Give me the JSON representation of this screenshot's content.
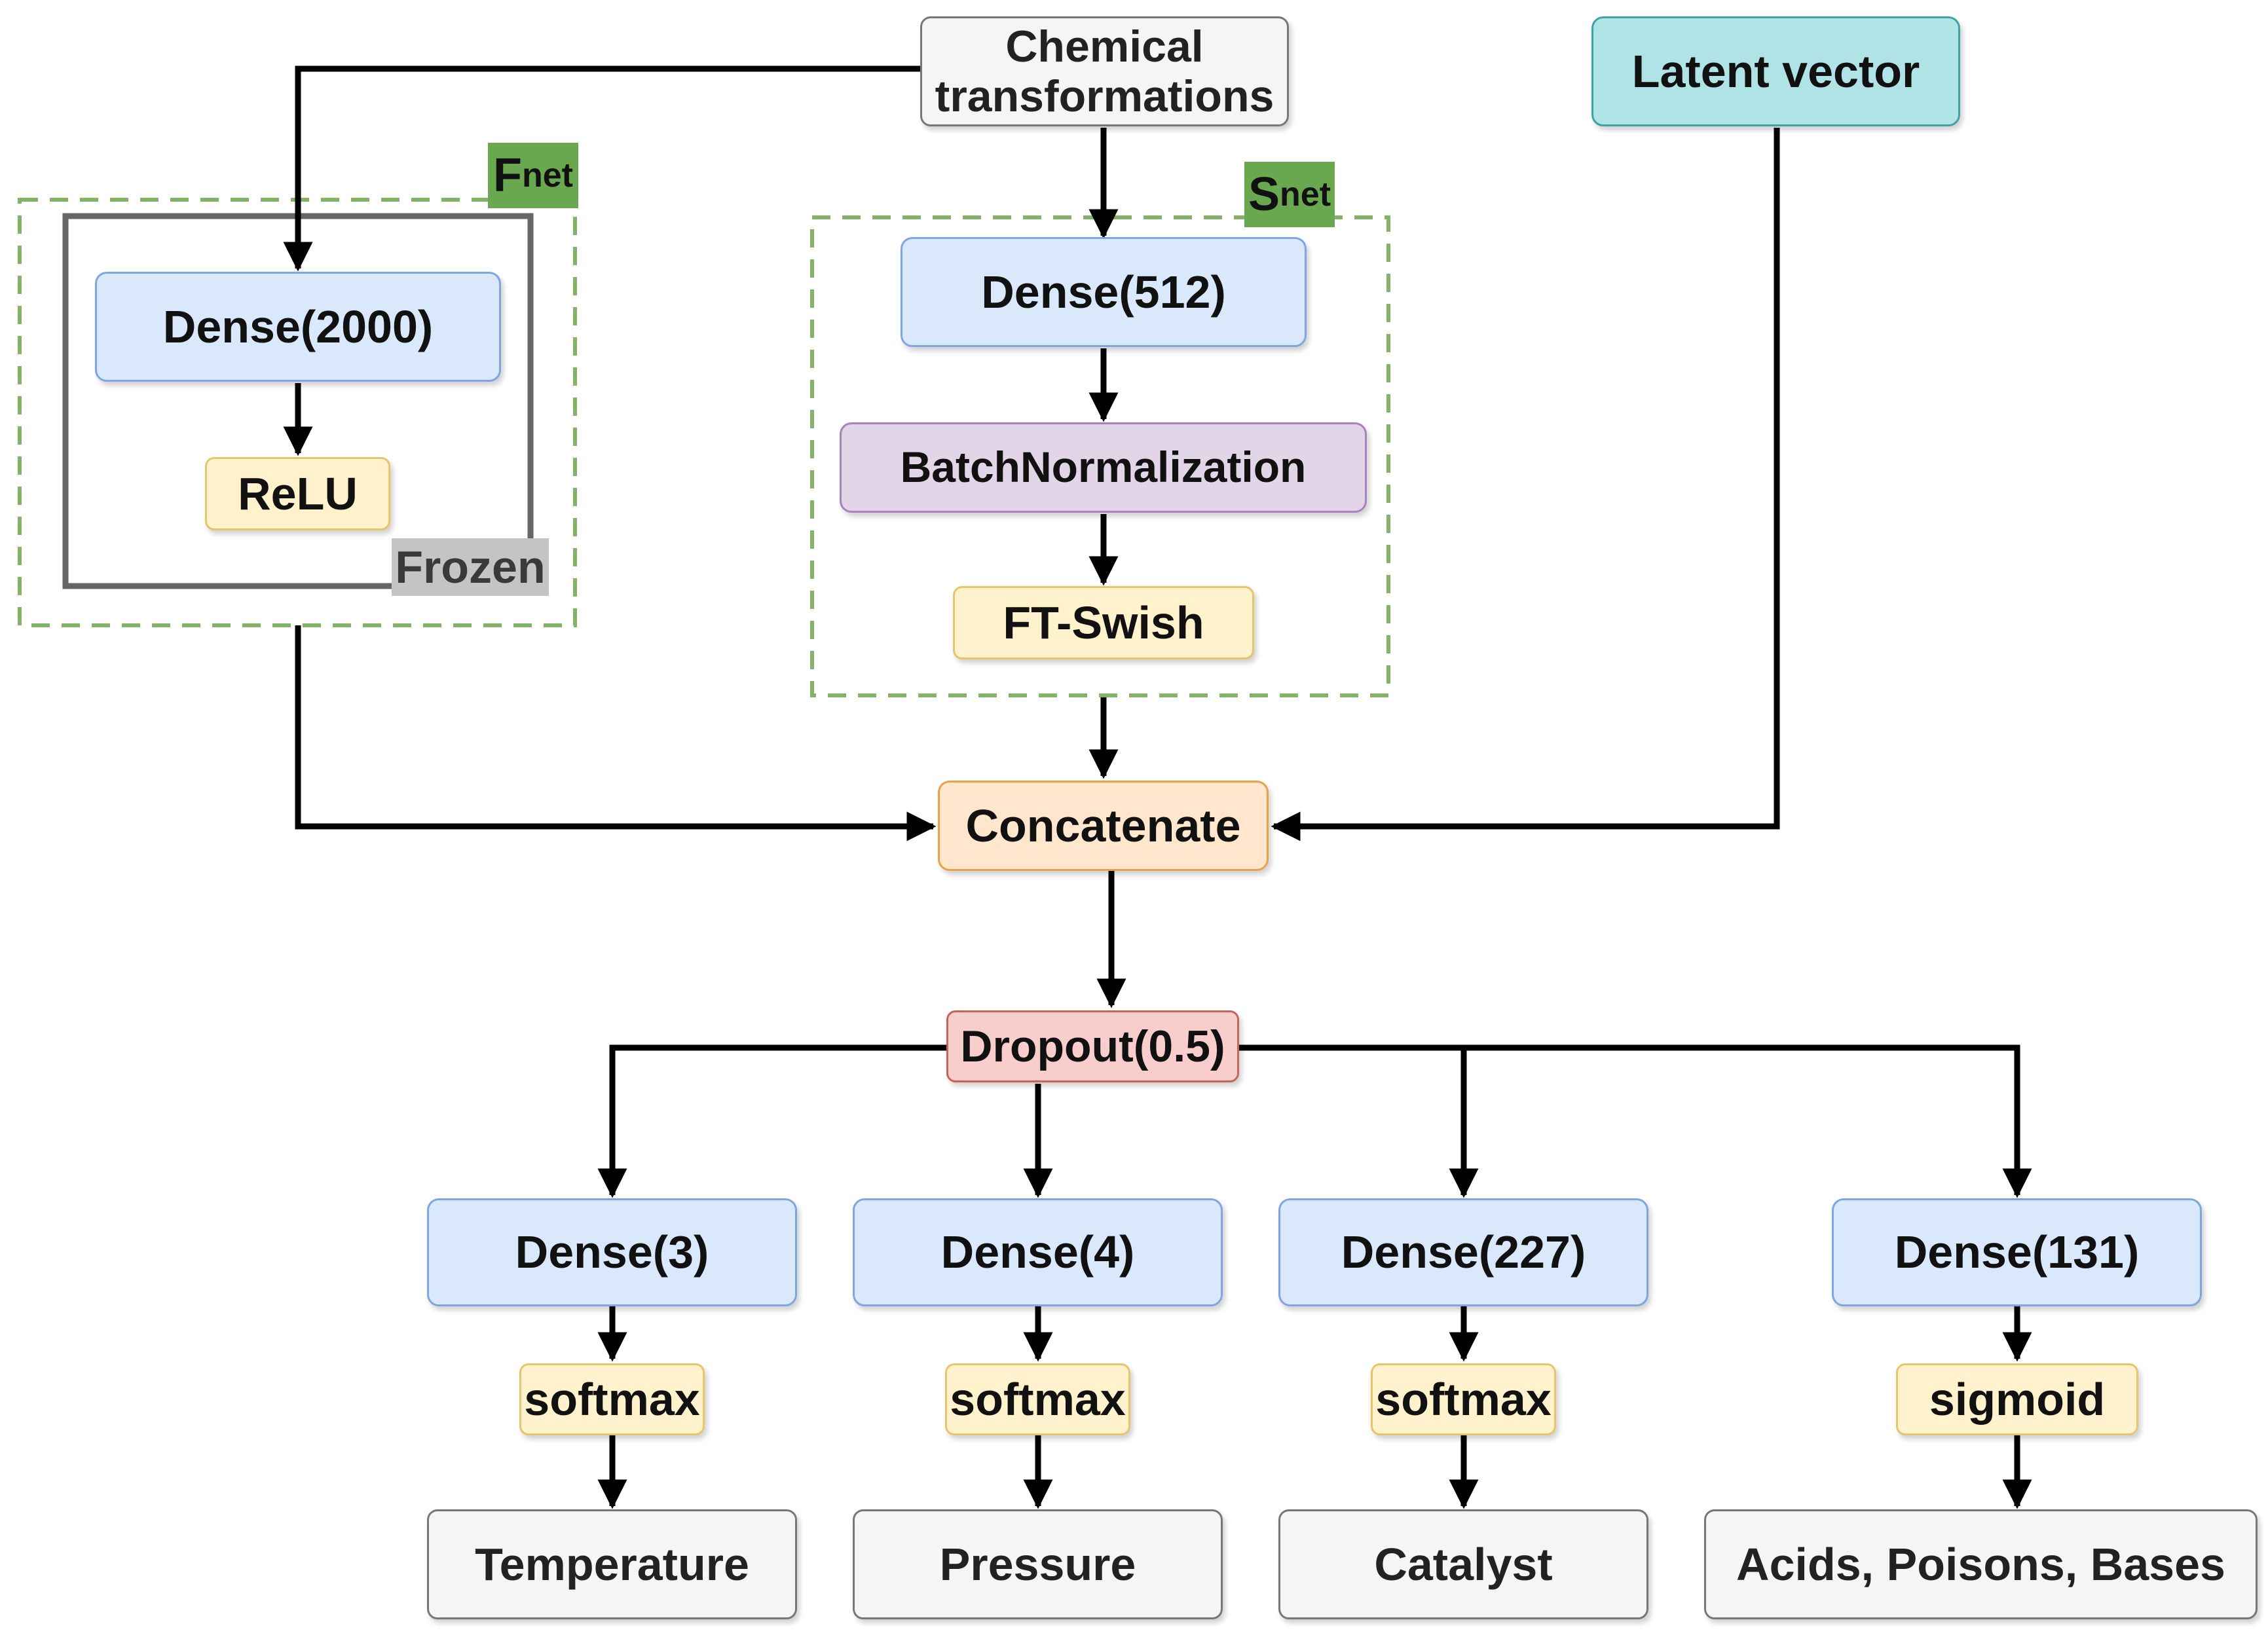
{
  "nodes": {
    "chemical_line1": "Chemical",
    "chemical_line2": "transformations",
    "latent_vector": "Latent vector",
    "dense_2000": "Dense(2000)",
    "relu": "ReLU",
    "dense_512": "Dense(512)",
    "batchnorm": "BatchNormalization",
    "ft_swish": "FT-Swish",
    "concatenate": "Concatenate",
    "dropout": "Dropout(0.5)",
    "dense_3": "Dense(3)",
    "dense_4": "Dense(4)",
    "dense_227": "Dense(227)",
    "dense_131": "Dense(131)",
    "softmax_1": "softmax",
    "softmax_2": "softmax",
    "softmax_3": "softmax",
    "sigmoid": "sigmoid",
    "temperature": "Temperature",
    "pressure": "Pressure",
    "catalyst": "Catalyst",
    "acids": "Acids, Poisons, Bases"
  },
  "tags": {
    "fnet_main": "F",
    "fnet_sub": "net",
    "snet_main": "S",
    "snet_sub": "net",
    "frozen": "Frozen"
  },
  "colors": {
    "blue_fill": "#dae8fc",
    "yellow_fill": "#fff2cc",
    "purple_fill": "#e1d5e7",
    "orange_fill": "#ffe6cc",
    "red_fill": "#f8cecc",
    "teal_fill": "#b0e3e6",
    "gray_fill": "#f5f5f5",
    "group_dash": "#82b366",
    "tag_green": "#6aa84f",
    "frozen_border": "#666666"
  }
}
